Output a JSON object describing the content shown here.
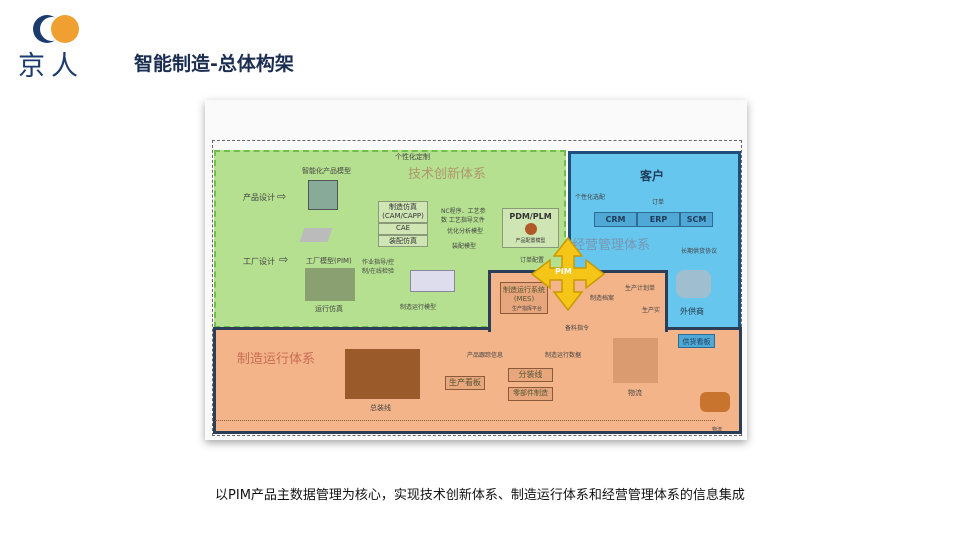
{
  "logo": {
    "text": "京人"
  },
  "slide": {
    "title": "智能制造-总体构架",
    "caption": "以PIM产品主数据管理为核心，实现技术创新体系、制造运行体系和经营管理体系的信息集成"
  },
  "colors": {
    "tech": "#b5e090",
    "biz": "#66c6ee",
    "mfg": "#f4b48a",
    "title": "#1b2e52"
  },
  "diagram": {
    "tech_system": "技术创新体系",
    "biz_system": "经营管理体系",
    "mfg_system": "制造运行体系",
    "personalized_custom": "个性化定制",
    "smart_product_model": "智能化产品模型",
    "product_design": "产品设计",
    "factory_design": "工厂设计",
    "factory_model": "工厂模型(PIM)",
    "run_sim": "运行仿真",
    "cam_capp": "制造仿真(CAM/CAPP)",
    "cae": "CAE",
    "assembly_sim": "装配仿真",
    "nc_label": "NC程序、工艺参数 工艺指导文件",
    "opt_label": "优化分析模型",
    "assy_model": "装配模型",
    "pdm": "PDM/PLM",
    "product_config": "产品配置模型",
    "order_label": "订单配置",
    "work_label": "作业指导/控制/在线检验",
    "mfg_model": "制造运行模型",
    "pim": "PIM",
    "customer": "客户",
    "personal_match": "个性化选配",
    "order": "订单",
    "crm": "CRM",
    "erp": "ERP",
    "scm": "SCM",
    "long_term": "长期供货协议",
    "supplier": "外供商",
    "supply_board": "供货看板",
    "mes": "制造运行系统(MES)",
    "command_platform": "生产指挥平台",
    "prod_plan": "生产计划单",
    "mfg_file": "制造档案",
    "prod_status": "生产实",
    "material_cmd": "备料指令",
    "product_track": "产品跟踪信息",
    "mfg_run_data": "制造运行数据",
    "main_line": "总装线",
    "prod_board": "生产看板",
    "sub_line": "分装线",
    "parts_mfg": "零部件制造",
    "logistics": "物流",
    "shipping": "物流"
  }
}
